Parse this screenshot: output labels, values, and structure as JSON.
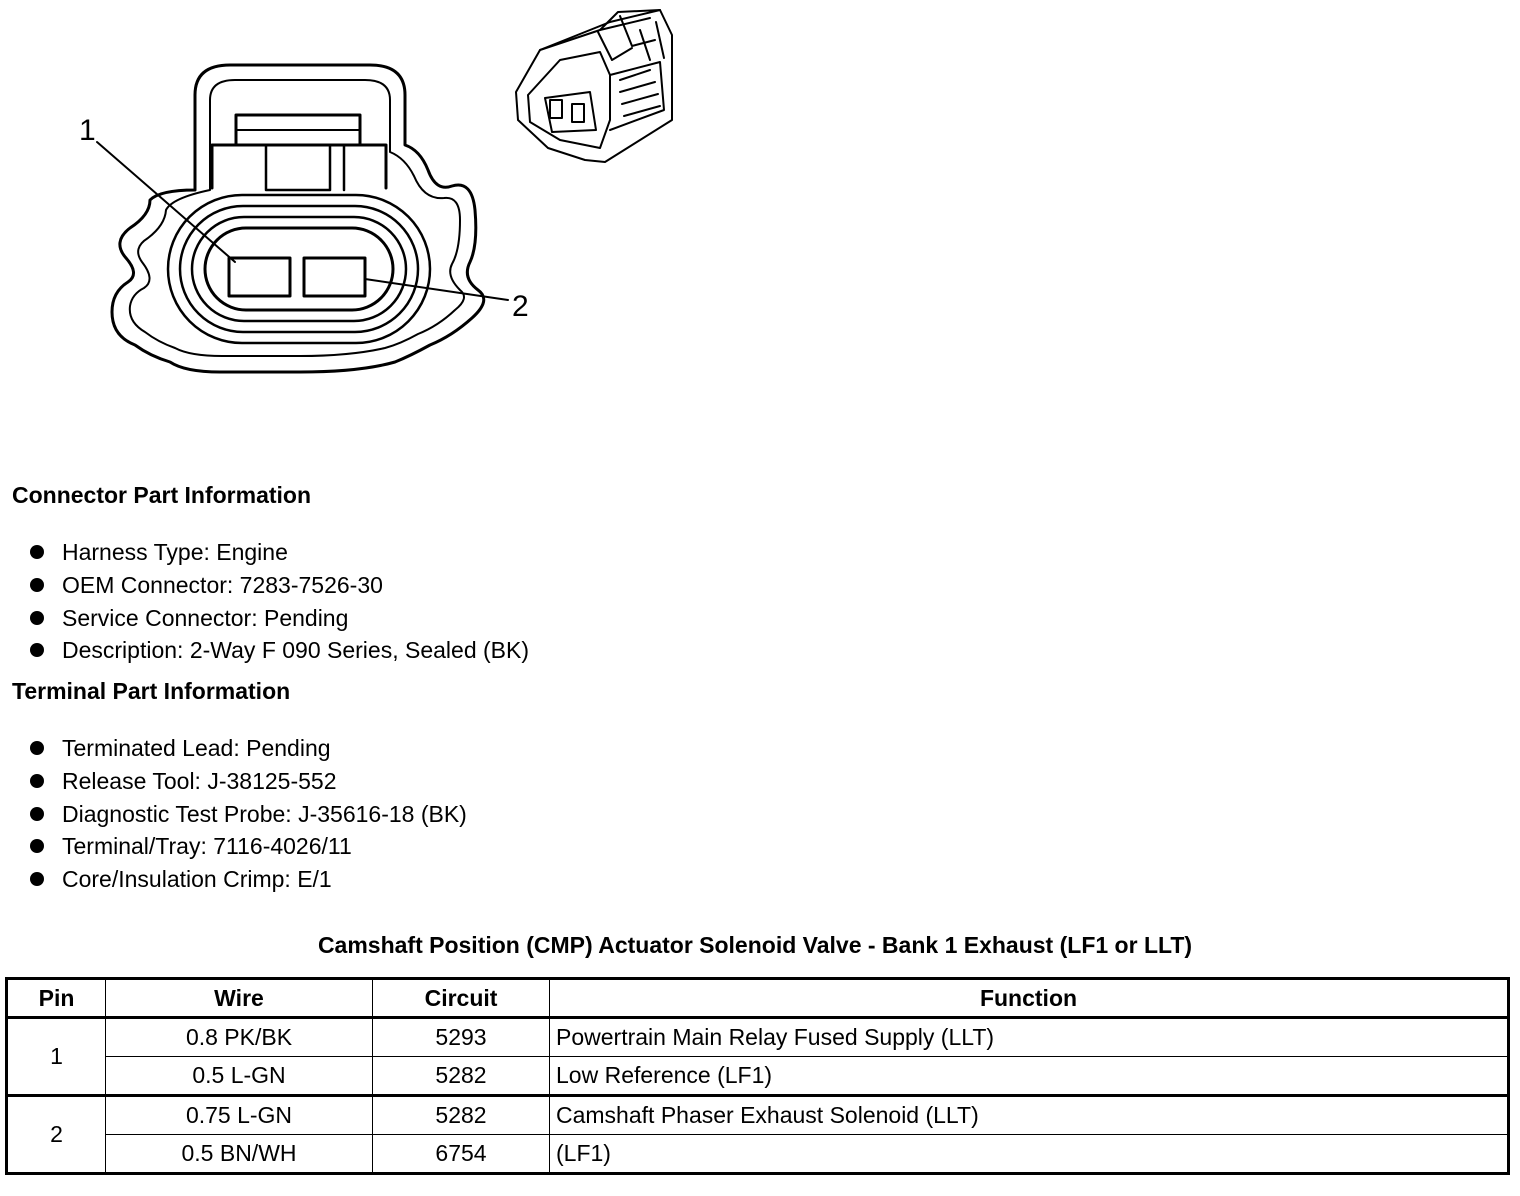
{
  "diagram": {
    "pin_labels": [
      "1",
      "2"
    ]
  },
  "connector_info": {
    "heading": "Connector Part Information",
    "items": [
      "Harness Type: Engine",
      "OEM Connector: 7283-7526-30",
      "Service Connector: Pending",
      "Description: 2-Way F 090 Series, Sealed (BK)"
    ]
  },
  "terminal_info": {
    "heading": "Terminal Part Information",
    "items": [
      "Terminated Lead: Pending",
      "Release Tool: J-38125-552",
      "Diagnostic Test Probe: J-35616-18 (BK)",
      "Terminal/Tray: 7116-4026/11",
      "Core/Insulation Crimp: E/1"
    ]
  },
  "table": {
    "title": "Camshaft Position (CMP) Actuator Solenoid Valve - Bank 1 Exhaust (LF1 or LLT)",
    "headers": {
      "pin": "Pin",
      "wire": "Wire",
      "circuit": "Circuit",
      "function": "Function"
    },
    "pins": [
      {
        "pin": "1",
        "rows": [
          {
            "wire": "0.8 PK/BK",
            "circuit": "5293",
            "function": "Powertrain Main Relay Fused Supply (LLT)"
          },
          {
            "wire": "0.5 L-GN",
            "circuit": "5282",
            "function": "Low Reference (LF1)"
          }
        ]
      },
      {
        "pin": "2",
        "rows": [
          {
            "wire": "0.75 L-GN",
            "circuit": "5282",
            "function": "Camshaft Phaser Exhaust Solenoid (LLT)"
          },
          {
            "wire": "0.5 BN/WH",
            "circuit": "6754",
            "function": "(LF1)"
          }
        ]
      }
    ]
  }
}
